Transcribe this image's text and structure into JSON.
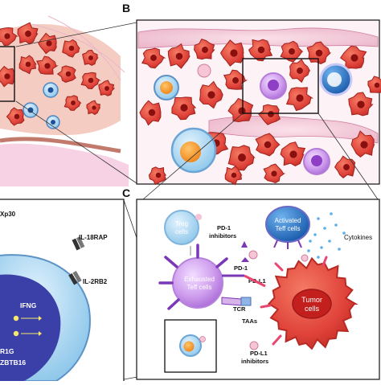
{
  "panels": {
    "b": "B",
    "c": "C"
  },
  "left_panel": {
    "label_xp30": "Xp30",
    "label_il18rap": "IL-18RAP",
    "label_il2rb2": "IL-2RB2",
    "label_ifng": "IFNG",
    "label_r1g": "R1G",
    "label_zbtb16": "ZBTB16"
  },
  "panel_c": {
    "treg_line1": "Treg",
    "treg_line2": "cells",
    "pd1_inhibitors_line1": "PD-1",
    "pd1_inhibitors_line2": "inhibitors",
    "activated_line1": "Activated",
    "activated_line2": "Teff cells",
    "cytokines": "Cytokines",
    "pd1": "PD-1",
    "pdl1": "PD-L1",
    "exhausted_line1": "Exhausted",
    "exhausted_line2": "Teff cells",
    "tcr": "TCR",
    "taas": "TAAs",
    "tumor_line1": "Tumor",
    "tumor_line2": "cells",
    "pdl1_inhibitors_line1": "PD-L1",
    "pdl1_inhibitors_line2": "inhibitors"
  },
  "colors": {
    "tumor": "#e8463a",
    "tumor_dark": "#b8201c",
    "tumor_nucleus": "#8a1010",
    "stroma_pink": "#f3c4d6",
    "exhausted_cell": "#c68be6",
    "activated_cell": "#2f7fd0",
    "treg_cell": "#8ec8ec",
    "orange_nucleus": "#f49a2c",
    "receptor_purple": "#7a38b6"
  }
}
